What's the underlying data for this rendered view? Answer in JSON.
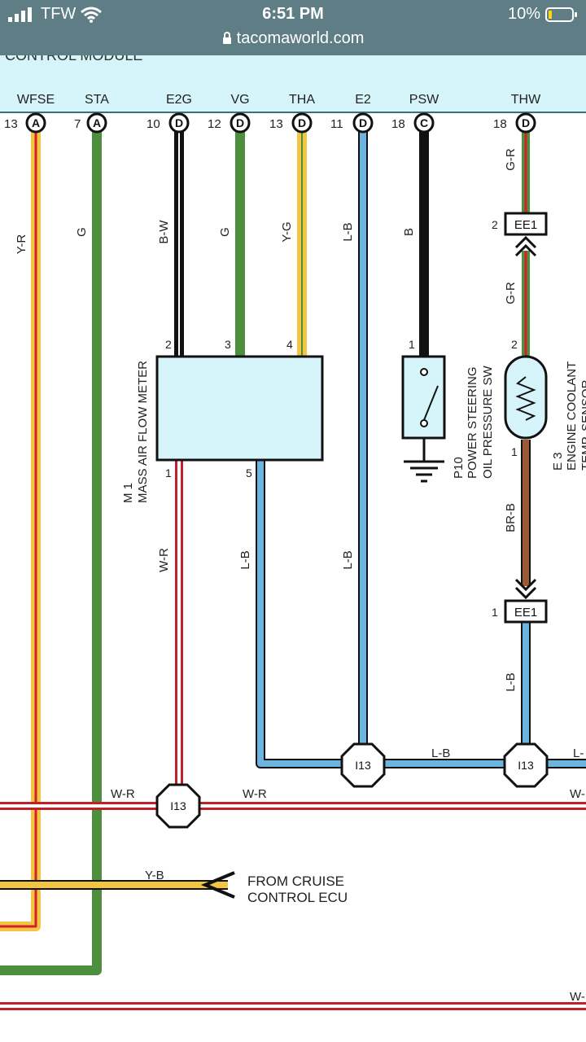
{
  "status_bar": {
    "carrier": "TFW",
    "time": "6:51 PM",
    "battery": "10%",
    "url": "tacomaworld.com"
  },
  "diagram": {
    "header_partial": "CONTROL MODULE",
    "terminals": [
      {
        "name": "WFSE",
        "pin": "13",
        "connector": "A",
        "wire": "Y-R"
      },
      {
        "name": "STA",
        "pin": "7",
        "connector": "A",
        "wire": "G"
      },
      {
        "name": "E2G",
        "pin": "10",
        "connector": "D",
        "wire": "B-W"
      },
      {
        "name": "VG",
        "pin": "12",
        "connector": "D",
        "wire": "G"
      },
      {
        "name": "THA",
        "pin": "13",
        "connector": "D",
        "wire": "Y-G"
      },
      {
        "name": "E2",
        "pin": "11",
        "connector": "D",
        "wire": "L-B"
      },
      {
        "name": "PSW",
        "pin": "18",
        "connector": "C",
        "wire": "B"
      },
      {
        "name": "THW",
        "pin": "18",
        "connector": "D",
        "wire": "G-R"
      }
    ],
    "components": {
      "maf": {
        "id": "M 1",
        "name": "MASS AIR FLOW METER",
        "pins": [
          "2",
          "3",
          "4",
          "1",
          "5"
        ]
      },
      "psw": {
        "id": "P10",
        "line1": "POWER STEERING",
        "line2": "OIL PRESSURE SW",
        "pin": "1"
      },
      "ect": {
        "id": "E 3",
        "line1": "ENGINE COOLANT",
        "line2": "TEMP. SENSOR",
        "pin_top": "2",
        "pin_bottom": "1"
      },
      "ee1_top": {
        "label": "EE1",
        "pin": "2"
      },
      "ee1_bottom": {
        "label": "EE1",
        "pin": "1"
      }
    },
    "wires": {
      "thw_lower": "G-R",
      "ect_out": "BR-B",
      "ee1_out": "L-B",
      "maf_pin1": "W-R",
      "maf_pin5": "L-B",
      "bus_lb_mid": "L-B",
      "bus_lb_right": "L-",
      "bus_wr_left": "W-R",
      "bus_wr_mid": "W-R",
      "bus_wr_right": "W-",
      "bus_bottom_right": "W-",
      "cruise_wire": "Y-B"
    },
    "junctions": [
      "I13",
      "I13",
      "I13"
    ],
    "cruise_label_line1": "FROM CRUISE",
    "cruise_label_line2": "CONTROL ECU"
  }
}
